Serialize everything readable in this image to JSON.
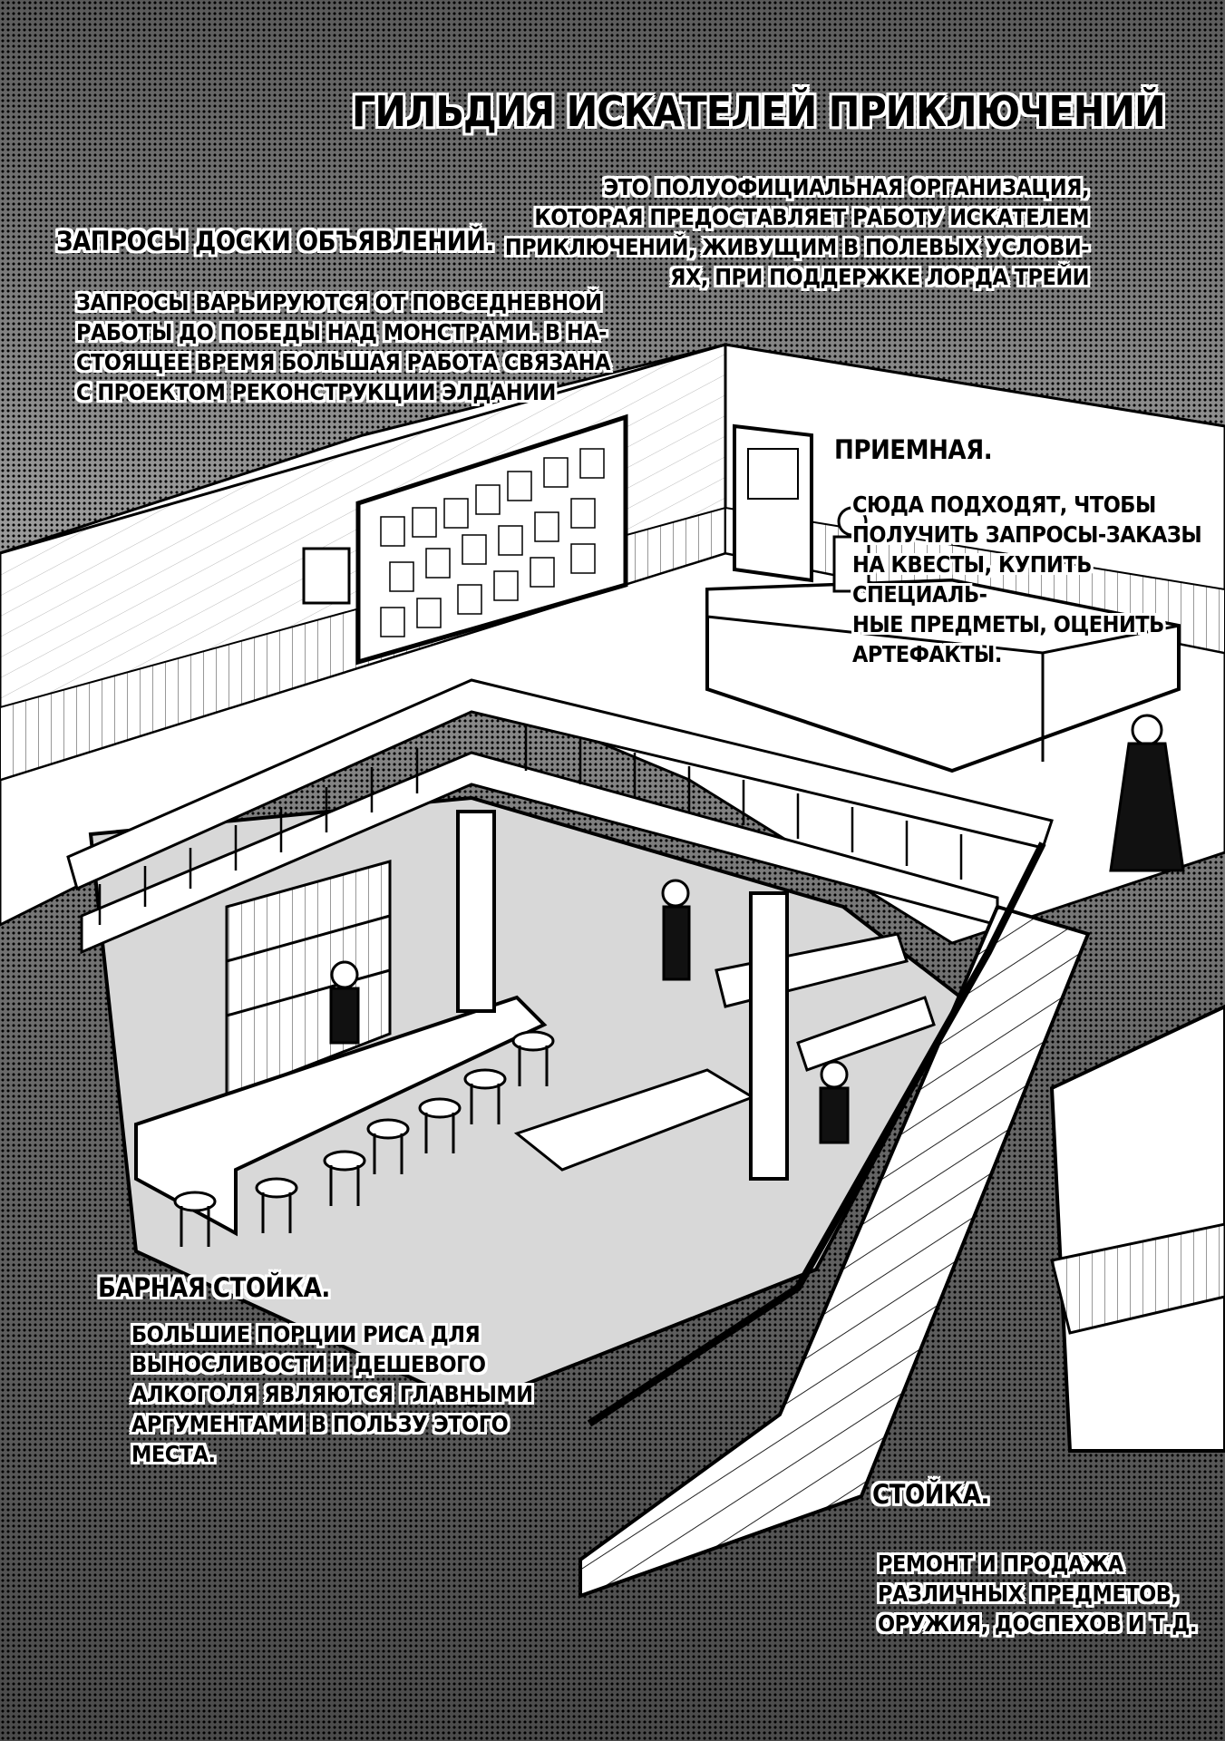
{
  "title": "Гильдия искателей приключений",
  "intro": "Это полуофициальная организация,\nкоторая предоставляет работу искателем\nприключений, живущим в полевых услови-\nях, при поддержке лорда Трейи",
  "board": {
    "heading": "Запросы доски объявлений.",
    "text": "Запросы варьируются от повседневной\nработы до победы над монстрами. В на-\nстоящее время большая работа связана\nс проектом реконструкции элдании"
  },
  "reception": {
    "heading": "Приемная.",
    "text": "Сюда подходят, чтобы\nполучить запросы-заказы\nна квесты, купить специаль-\nные предметы, оценить\nартефакты."
  },
  "bar": {
    "heading": "Барная стойка.",
    "text": "Большие порции риса для\nвыносливости и дешевого\nалкоголя являются главными\nаргументами в пользу этого\nместа."
  },
  "counter": {
    "heading": "Стойка.",
    "text": "Ремонт и продажа\nразличных предметов,\nоружия, доспехов и т.д."
  }
}
